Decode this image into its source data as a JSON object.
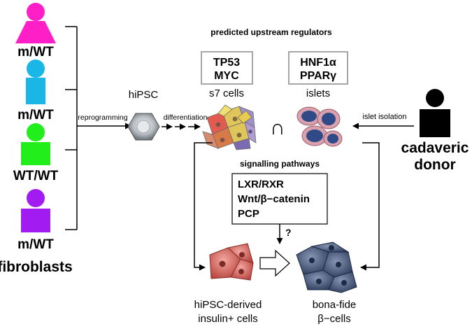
{
  "donors": [
    {
      "label": "m/WT",
      "color": "#ff1fc7"
    },
    {
      "label": "m/WT",
      "color": "#1ab7e6"
    },
    {
      "label": "WT/WT",
      "color": "#22ee1c"
    },
    {
      "label": "m/WT",
      "color": "#a21cf2"
    }
  ],
  "fibroblasts_label": "fibroblasts",
  "reprogramming_label": "reprogramming",
  "hipsc_label": "hiPSC",
  "differentiation_label": "differentiation",
  "regulators_title": "predicted upstream regulators",
  "s7_regulators": [
    "TP53",
    "MYC"
  ],
  "islet_regulators": [
    "HNF1α",
    "PPARγ"
  ],
  "s7_label": "s7 cells",
  "islets_label": "islets",
  "intersection_symbol": "∩",
  "islet_isolation_label": "islet isolation",
  "cadaveric_donor_lines": [
    "cadaveric",
    "donor"
  ],
  "signalling_title": "signalling pathways",
  "pathways": [
    "LXR/RXR",
    "Wnt/β−catenin",
    "PCP"
  ],
  "question_mark": "?",
  "derived_lines": [
    "hiPSC-derived",
    "insulin+ cells"
  ],
  "bonafide_lines": [
    "bona-fide",
    "β−cells"
  ],
  "colors": {
    "cadaveric": "#000000",
    "islet_pink": "#d9a0ae",
    "islet_navy": "#2f4a86",
    "derived_cell": "#d97070",
    "beta_cell": "#4a5c80"
  }
}
